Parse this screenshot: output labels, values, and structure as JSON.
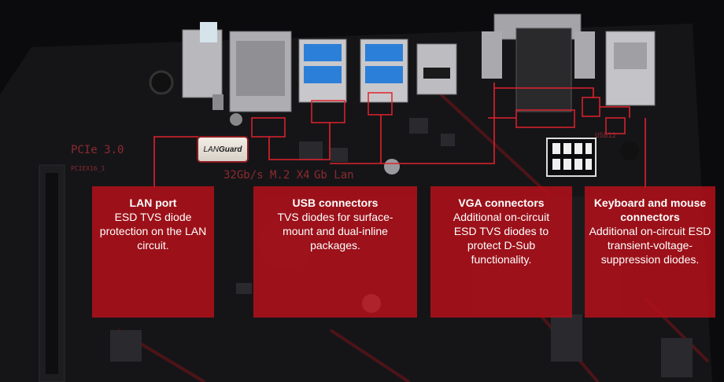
{
  "chip_label": {
    "prefix": "LAN",
    "suffix": "Guard"
  },
  "silkscreen": {
    "pcie": "PCIe 3.0",
    "pcie_small": "PCIEX16_1",
    "m2": "32Gb/s M.2 X4",
    "lan": "Gb Lan",
    "usb": "USB12"
  },
  "callouts": [
    {
      "title": "LAN port",
      "description": "ESD TVS diode protection on the LAN circuit."
    },
    {
      "title": "USB connectors",
      "description": "TVS diodes for surface-mount and dual-inline packages."
    },
    {
      "title": "VGA connectors",
      "description": "Additional on-circuit ESD TVS diodes to protect D-Sub functionality."
    },
    {
      "title": "Keyboard and mouse connectors",
      "description": "Additional on-circuit ESD transient-voltage-suppression diodes."
    }
  ],
  "colors": {
    "panel": "#b2101a",
    "trace": "#e0222c",
    "board": "#141416",
    "background": "#0b0b0d"
  }
}
